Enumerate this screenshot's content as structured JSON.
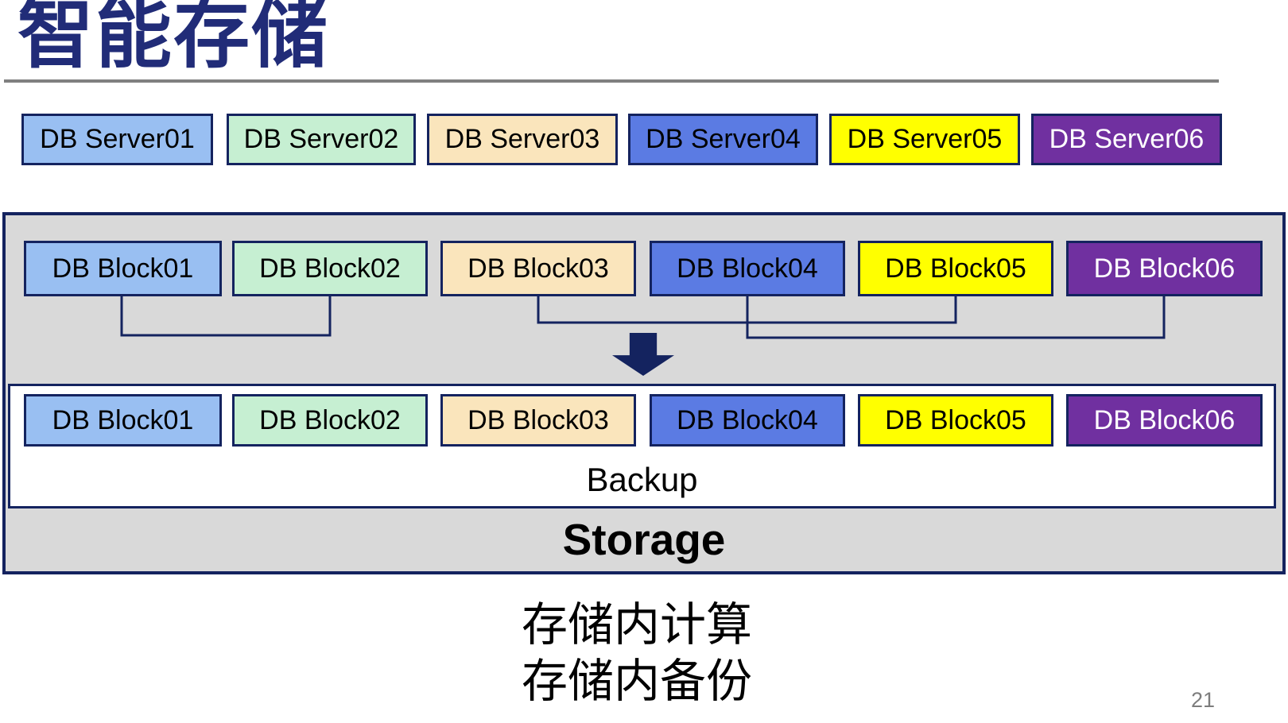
{
  "title": {
    "text": "智能存储",
    "color": "#212C78"
  },
  "header_rule_color": "#808080",
  "palette": [
    {
      "name": "light-blue",
      "fill": "#99BFF2",
      "text": "#000000"
    },
    {
      "name": "mint-green",
      "fill": "#C6EFD2",
      "text": "#000000"
    },
    {
      "name": "wheat",
      "fill": "#FAE5BC",
      "text": "#000000"
    },
    {
      "name": "royal-blue",
      "fill": "#5B7BE3",
      "text": "#000000"
    },
    {
      "name": "yellow",
      "fill": "#FFFF00",
      "text": "#000000"
    },
    {
      "name": "purple",
      "fill": "#7030A0",
      "text": "#FFFFFF"
    }
  ],
  "servers": [
    {
      "label": "DB Server01"
    },
    {
      "label": "DB Server02"
    },
    {
      "label": "DB Server03"
    },
    {
      "label": "DB Server04"
    },
    {
      "label": "DB Server05"
    },
    {
      "label": "DB Server06"
    }
  ],
  "storage": {
    "border_color": "#14235F",
    "container_fill": "#D9D9D9",
    "arrow_color": "#14235F",
    "blocks_top": [
      {
        "label": "DB Block01"
      },
      {
        "label": "DB Block02"
      },
      {
        "label": "DB Block03"
      },
      {
        "label": "DB Block04"
      },
      {
        "label": "DB Block05"
      },
      {
        "label": "DB Block06"
      }
    ],
    "connector_pairs": [
      [
        "DB Block01",
        "DB Block02"
      ],
      [
        "DB Block03",
        "DB Block05"
      ],
      [
        "DB Block04",
        "DB Block06"
      ]
    ],
    "blocks_bottom": [
      {
        "label": "DB Block01"
      },
      {
        "label": "DB Block02"
      },
      {
        "label": "DB Block03"
      },
      {
        "label": "DB Block04"
      },
      {
        "label": "DB Block05"
      },
      {
        "label": "DB Block06"
      }
    ],
    "backup_label": "Backup",
    "storage_label": "Storage"
  },
  "captions": {
    "line1": "存储内计算",
    "line2": "存储内备份"
  },
  "page_number": "21"
}
